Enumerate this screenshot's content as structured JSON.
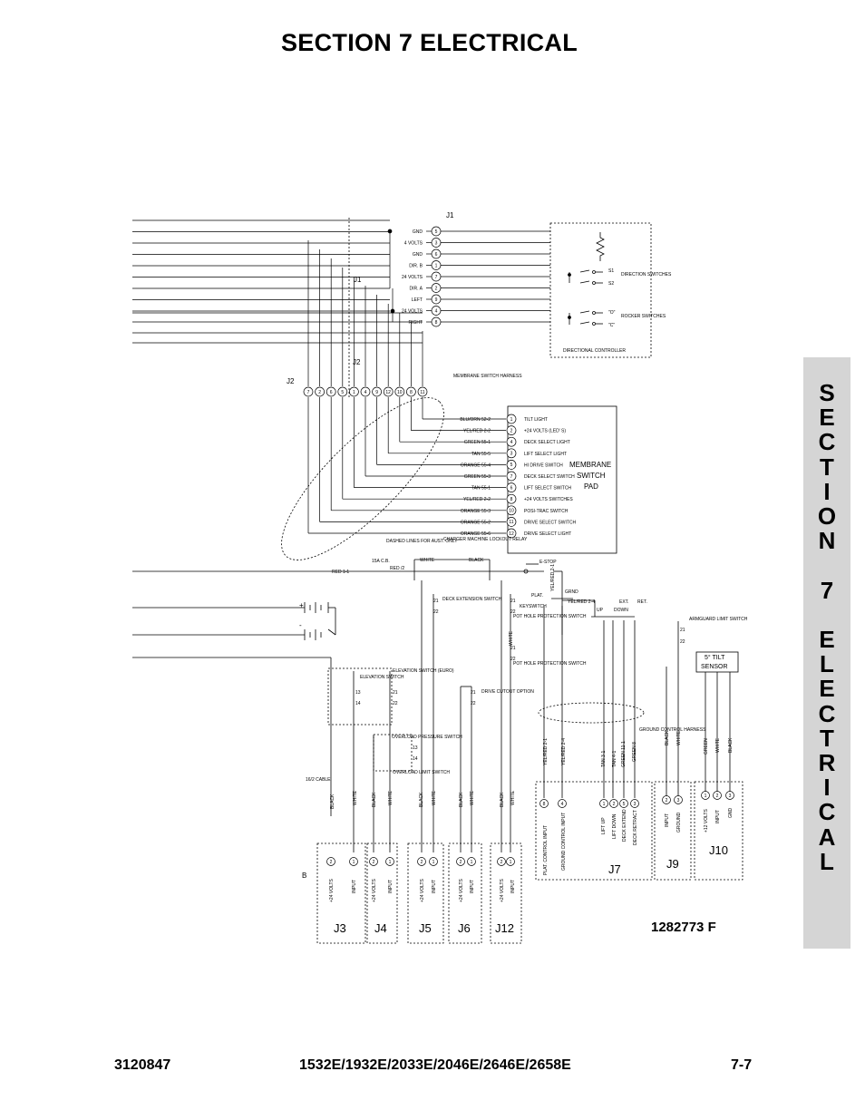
{
  "page": {
    "title": "SECTION 7     ELECTRICAL",
    "side_tab": [
      "S",
      "E",
      "C",
      "T",
      "I",
      "O",
      "N",
      "",
      "7",
      "",
      "E",
      "L",
      "E",
      "C",
      "T",
      "R",
      "I",
      "C",
      "A",
      "L"
    ],
    "footer_left": "3120847",
    "footer_center": "1532E/1932E/2033E/2046E/2646E/2658E",
    "footer_right": "7-7"
  },
  "schematic": {
    "drawing_number": "1282773 F",
    "j1": {
      "label": "J1",
      "pins": [
        {
          "name": "GND",
          "num": "5"
        },
        {
          "name": "4 VOLTS",
          "num": "3"
        },
        {
          "name": "GND",
          "num": "6"
        },
        {
          "name": "DIR. B",
          "num": "1"
        },
        {
          "name": "24 VOLTS",
          "num": "7"
        },
        {
          "name": "DIR. A",
          "num": "2"
        },
        {
          "name": "LEFT",
          "num": "9"
        },
        {
          "name": "24 VOLTS",
          "num": "4"
        },
        {
          "name": "RIGHT",
          "num": "8"
        }
      ]
    },
    "directional_controller": {
      "title": "DIRECTIONAL CONTROLLER",
      "s1": "S1",
      "s2": "S2",
      "direction_switches": "DIRECTION SWITCHES",
      "o_label": "\"O\"",
      "c_label": "\"C\"",
      "rocker_switches": "ROCKER SWITCHES"
    },
    "j2": {
      "label": "J2",
      "pins": [
        "7",
        "2",
        "6",
        "5",
        "1",
        "4",
        "9",
        "12",
        "10",
        "8",
        "11"
      ]
    },
    "harness_label": "MEMBRANE SWITCH HARNESS",
    "membrane": {
      "title_1": "MEMBRANE",
      "title_2": "SWITCH",
      "title_3": "PAD",
      "rows": [
        {
          "wire": "BLU/ORN 52-2",
          "num": "1",
          "func": "TILT LIGHT"
        },
        {
          "wire": "YEL/RED 2-2",
          "num": "2",
          "func": "+24 VOLTS (LED' S)"
        },
        {
          "wire": "GREEN 55-1",
          "num": "4",
          "func": "DECK SELECT LIGHT"
        },
        {
          "wire": "TAN 55-5",
          "num": "3",
          "func": "LIFT SELECT LIGHT"
        },
        {
          "wire": "ORANGE 55-4",
          "num": "5",
          "func": "HI DRIVE SWITCH"
        },
        {
          "wire": "GREEN 55-3",
          "num": "7",
          "func": "DECK SELECT SWITCH"
        },
        {
          "wire": "TAN 55-1",
          "num": "6",
          "func": "LIFT SELECT SWITCH"
        },
        {
          "wire": "YEL/RED 2-2",
          "num": "8",
          "func": "+24 VOLTS SWITCHES"
        },
        {
          "wire": "ORANGE 55-3",
          "num": "10",
          "func": "POSI-TRAC SWITCH"
        },
        {
          "wire": "ORANGE 55-2",
          "num": "11",
          "func": "DRIVE SELECT SWITCH"
        },
        {
          "wire": "ORANGE 55-6",
          "num": "12",
          "func": "DRIVE SELECT LIGHT"
        }
      ]
    },
    "lower": {
      "dashed_lines": "DASHED LINES FOR AUST. ONLY",
      "charger_relay": "CHARGER MACHINE LOCKOUT RELAY",
      "cb": "15A C.B.",
      "red2": "RED /2",
      "white": "WHITE",
      "black": "BLACK",
      "red11": "RED 1-1",
      "estop": "E-STOP",
      "yel_red": "YEL/RED 2-1",
      "plat": "PLAT.",
      "grnd": "GRND",
      "keyswitch": "KEYSWITCH",
      "yel_red_24": "YEL/RED 2-4",
      "ext": "EXT.",
      "ret": "RET.",
      "up": "UP",
      "down": "DOWN",
      "armguard": "ARMGUARD LIMIT SWITCH",
      "tilt_sensor_1": "5° TILT",
      "tilt_sensor_2": "SENSOR",
      "deck_ext_switch": "DECK EXTENSION SWITCH",
      "pothole_1": "POT HOLE PROTECTION SWITCH",
      "pothole_2": "POT HOLE PROTECTION SWITCH",
      "drive_cutout": "DRIVE CUTOUT OPTION",
      "elevation_switch": "ELEVATION SWITCH",
      "elevation_switch_euro": "ELEVATION SWITCH (EURO)",
      "overload_pressure": "OVERLOAD PRESSURE SWITCH",
      "overload_limit": "OVERLOAD LIMIT SWITCH",
      "ground_harness": "GROUND CONTROL HARNESS",
      "cable": "16/2 CABLE",
      "b_label": "B",
      "plus": "+",
      "minus": "-",
      "n21": "21",
      "n22": "22",
      "n13": "13",
      "n14": "14",
      "w_black": "BLACK",
      "w_white": "WHITE",
      "w_yelred21": "YEL/RED 2-1",
      "w_yelred24": "YEL/RED 2-4",
      "w_tan31": "TAN 3-1",
      "w_tan4": "TAN 4-1",
      "w_green11": "GREEN 11-1",
      "w_green8": "GREEN 8",
      "w_green": "GREEN",
      "v24": "+24 VOLTS",
      "input": "INPUT",
      "ground": "GROUND",
      "gnd": "GND",
      "v12": "+12 VOLTS",
      "plat_input": "PLAT. CONTROL INPUT",
      "ground_input": "GROUND CONTROL INPUT",
      "lift_up": "LIFT UP",
      "lift_down": "LIFT DOWN",
      "deck_extend": "DECK EXTEND",
      "deck_retract": "DECK RETRACT",
      "p1": "1",
      "p2": "2",
      "p3": "3",
      "p4": "4",
      "p5": "5",
      "p6": "6",
      "p8": "8",
      "j3": "J3",
      "j4": "J4",
      "j5": "J5",
      "j6": "J6",
      "j12": "J12",
      "j7": "J7",
      "j9": "J9",
      "j10": "J10"
    }
  }
}
